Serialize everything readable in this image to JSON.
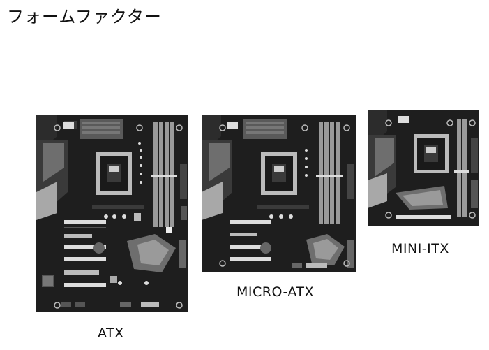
{
  "page": {
    "title": "フォームファクター"
  },
  "boards": {
    "atx": {
      "label": "ATX"
    },
    "micro_atx": {
      "label": "MICRO-ATX"
    },
    "mini_itx": {
      "label": "MINI-ITX"
    }
  },
  "colors": {
    "pcb": "#1e1e1e",
    "pcb_dark": "#141414",
    "gray_mid": "#6e6e6e",
    "gray_light": "#a8a8a8",
    "white": "#e8e8e8"
  }
}
